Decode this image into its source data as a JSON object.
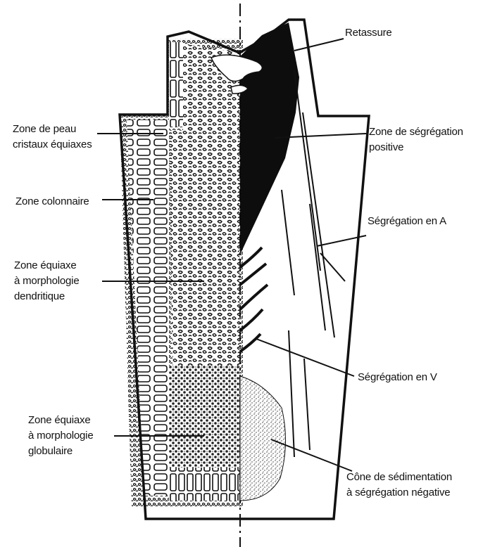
{
  "diagram": {
    "labels": {
      "retassure": "Retassure",
      "peau_1": "Zone de peau",
      "peau_2": "cristaux équiaxes",
      "seg_pos_1": "Zone de ségrégation",
      "seg_pos_2": "positive",
      "colonnaire": "Zone colonnaire",
      "seg_a": "Ségrégation en A",
      "eq_dend_1": "Zone équiaxe",
      "eq_dend_2": "à morphologie",
      "eq_dend_3": "dendritique",
      "seg_v": "Ségrégation en V",
      "eq_glob_1": "Zone équiaxe",
      "eq_glob_2": "à morphologie",
      "eq_glob_3": "globulaire",
      "cone_1": "Cône de sédimentation",
      "cone_2": "à ségrégation négative"
    }
  }
}
